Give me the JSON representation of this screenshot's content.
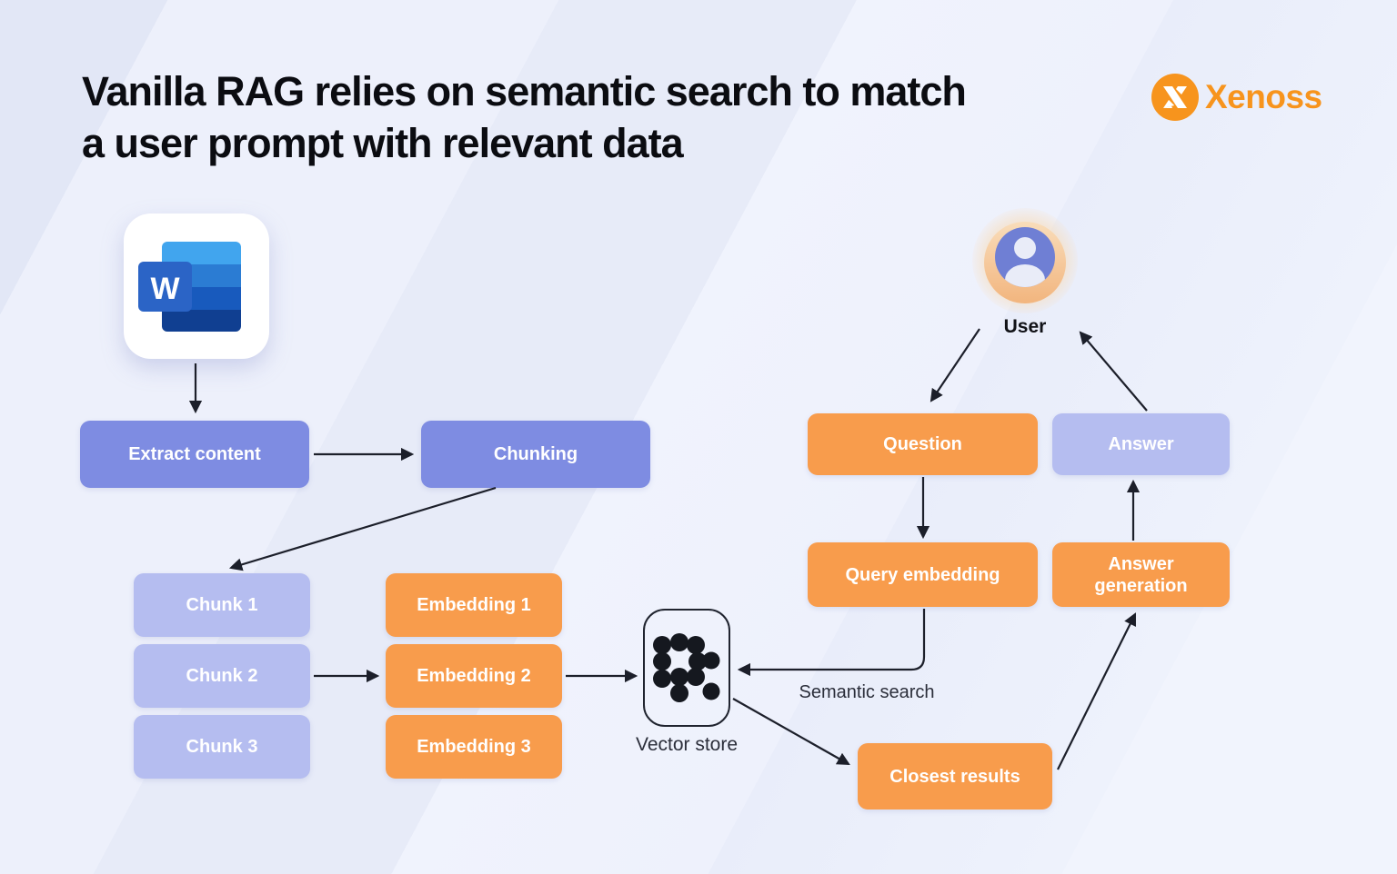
{
  "header": {
    "title_line1": "Vanilla RAG relies on semantic search to match",
    "title_line2": "a user prompt with relevant data",
    "logo_text": "Xenoss"
  },
  "diagram": {
    "word_letter": "W",
    "nodes": {
      "extract_content": "Extract content",
      "chunking": "Chunking",
      "chunk_1": "Chunk 1",
      "chunk_2": "Chunk 2",
      "chunk_3": "Chunk 3",
      "embedding_1": "Embedding 1",
      "embedding_2": "Embedding 2",
      "embedding_3": "Embedding 3",
      "vector_store": "Vector store",
      "question": "Question",
      "answer": "Answer",
      "query_embedding": "Query embedding",
      "answer_generation": "Answer generation",
      "closest_results": "Closest results",
      "user": "User"
    },
    "edge_labels": {
      "semantic_search": "Semantic search"
    }
  },
  "colors": {
    "accent_orange": "#F89C4C",
    "logo_orange": "#F7941D",
    "periwinkle_medium": "#7E8CE2",
    "periwinkle_light": "#B5BDF0",
    "arrow": "#1C1F2A",
    "background": "#EAEEF9"
  }
}
